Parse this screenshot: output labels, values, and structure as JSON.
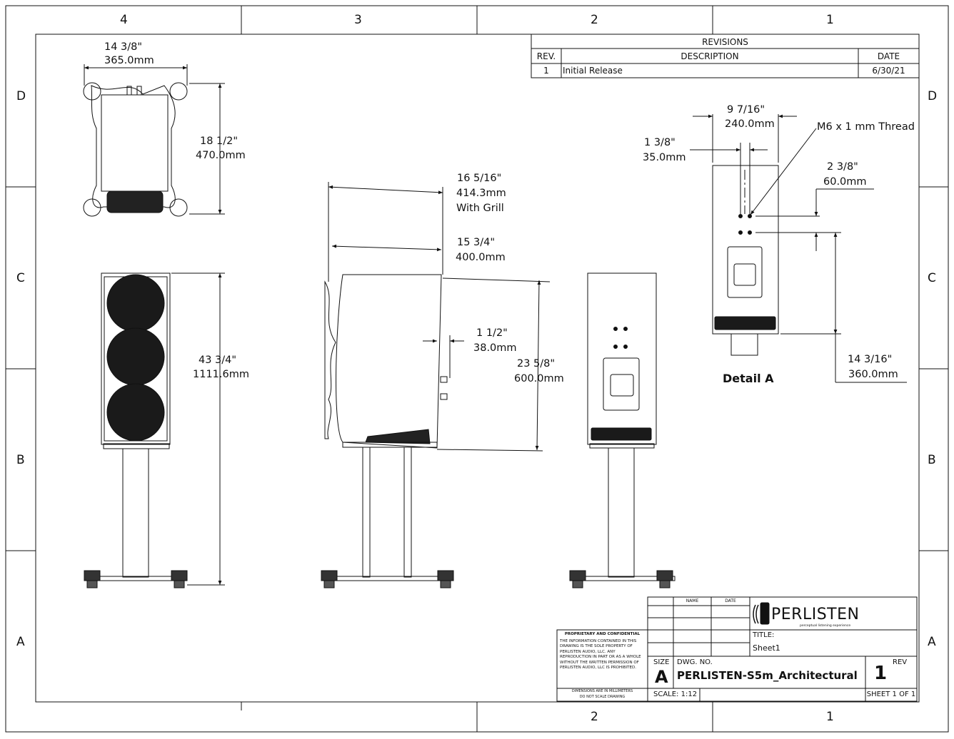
{
  "zones": {
    "columns_top": [
      "4",
      "3",
      "2",
      "1"
    ],
    "columns_bottom": [
      "2",
      "1"
    ],
    "rows_left": [
      "D",
      "C",
      "B",
      "A"
    ],
    "rows_right": [
      "D",
      "C",
      "B",
      "A"
    ]
  },
  "revisions": {
    "title": "REVISIONS",
    "headers": [
      "REV.",
      "DESCRIPTION",
      "DATE"
    ],
    "rows": [
      {
        "rev": "1",
        "description": "Initial Release",
        "date": "6/30/21"
      }
    ]
  },
  "dimensions": {
    "top_width": {
      "inch": "14 3/8\"",
      "mm": "365.0mm"
    },
    "top_depth": {
      "inch": "18 1/2\"",
      "mm": "470.0mm"
    },
    "front_height": {
      "inch": "43 3/4\"",
      "mm": "1111.6mm"
    },
    "side_depth_grill": {
      "inch": "16 5/16\"",
      "mm": "414.3mm",
      "note": "With Grill"
    },
    "side_depth": {
      "inch": "15 3/4\"",
      "mm": "400.0mm"
    },
    "side_offset": {
      "inch": "1 1/2\"",
      "mm": "38.0mm"
    },
    "side_height": {
      "inch": "23 5/8\"",
      "mm": "600.0mm"
    },
    "detail_width": {
      "inch": "9 7/16\"",
      "mm": "240.0mm"
    },
    "detail_hole_spacing": {
      "inch": "1 3/8\"",
      "mm": "35.0mm"
    },
    "detail_thread": "M6 x 1 mm Thread",
    "detail_vertical_spacing": {
      "inch": "2 3/8\"",
      "mm": "60.0mm"
    },
    "detail_height": {
      "inch": "14 3/16\"",
      "mm": "360.0mm"
    }
  },
  "detail_label": "Detail A",
  "title_block": {
    "name_header": "NAME",
    "date_header": "DATE",
    "logo_text": "PERLISTEN",
    "logo_tagline": "perceptual listening experience",
    "title_label": "TITLE:",
    "title_value": "Sheet1",
    "size_label": "SIZE",
    "size_value": "A",
    "dwg_no_label": "DWG.  NO.",
    "dwg_no_value": "PERLISTEN-S5m_Architectural",
    "rev_label": "REV",
    "rev_value": "1",
    "scale": "SCALE: 1:12",
    "sheet": "SHEET 1 OF 1",
    "proprietary_title": "PROPRIETARY AND CONFIDENTIAL",
    "proprietary_text": "THE INFORMATION CONTAINED IN THIS DRAWING IS THE SOLE PROPERTY OF PERLISTEN AUDIO, LLC. ANY REPRODUCTION IN PART OR AS A WHOLE WITHOUT THE WRITTEN PERMISSION OF PERLISTEN AUDIO, LLC IS PROHIBITED.",
    "dimensions_note_1": "DIMENSIONS ARE IN MILLIMETERS",
    "dimensions_note_2": "DO NOT SCALE DRAWING"
  }
}
